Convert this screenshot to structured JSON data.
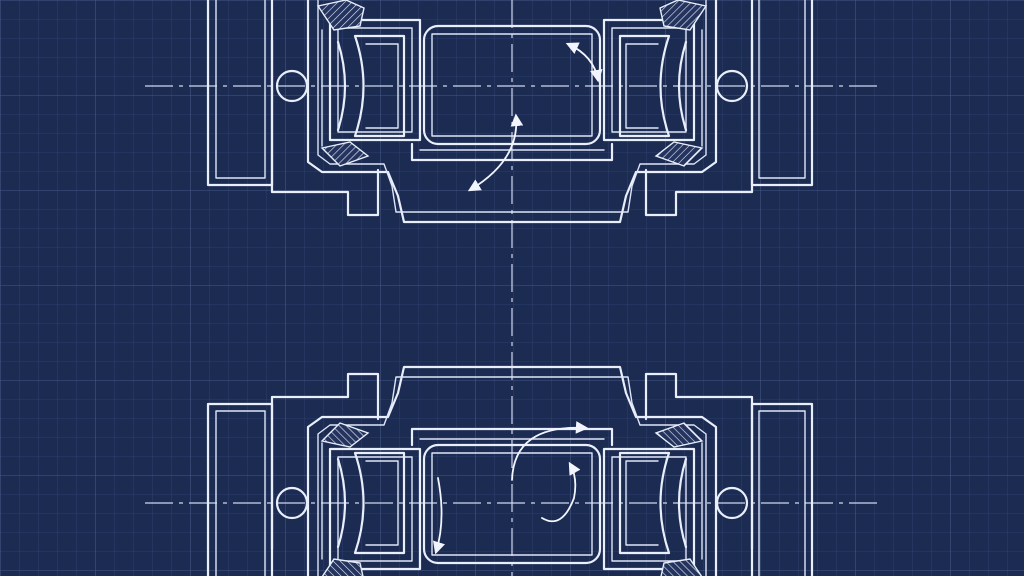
{
  "drawing": {
    "background_color": "#1c2b52",
    "line_color": "#e9eefb",
    "grid_minor_color": "#3a4c78",
    "grid_major_color": "#4f6290",
    "views": [
      {
        "name": "upper-bearing-section",
        "orientation": "normal"
      },
      {
        "name": "lower-bearing-section",
        "orientation": "mirrored"
      }
    ],
    "annotations": [
      {
        "name": "rotation-arrow",
        "count": 5
      }
    ]
  }
}
